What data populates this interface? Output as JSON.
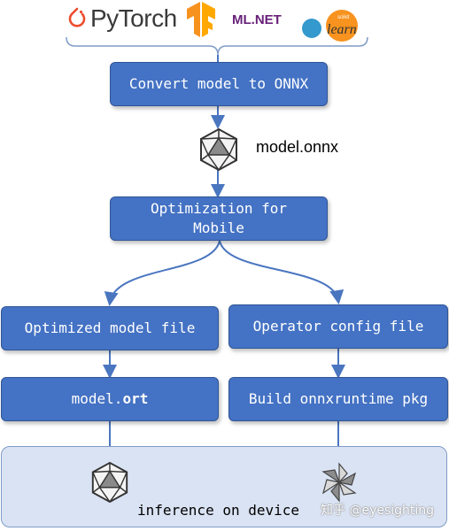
{
  "frameworks": {
    "pytorch": "PyTorch",
    "mlnet": "ML.NET",
    "sklearn_small": "scikit",
    "sklearn_big": "learn"
  },
  "nodes": {
    "convert": "Convert model to ONNX",
    "model_onnx": "model.onnx",
    "optimization_line1": "Optimization for",
    "optimization_line2": "Mobile",
    "optimized_file": "Optimized model file",
    "operator_config": "Operator config file",
    "model_ort_prefix": "model.",
    "model_ort_suffix": "ort",
    "build_pkg": "Build onnxruntime pkg",
    "inference": "inference on device"
  },
  "watermark": "知乎 @eyesighting",
  "colors": {
    "box_fill": "#4472c4",
    "box_border": "#2f5597",
    "arrow": "#4a76c0",
    "panel_fill": "#dae3f3",
    "pytorch_orange": "#ee4c2c",
    "tensorflow_orange": "#f7921e",
    "mlnet_purple": "#68217a",
    "sklearn_blue": "#3499cd",
    "sklearn_orange": "#f7931e"
  }
}
